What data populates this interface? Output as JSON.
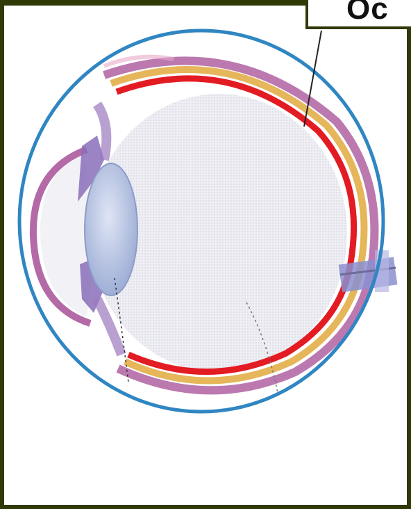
{
  "diagram": {
    "label_text": "Oc",
    "colors": {
      "frame": "#2f3a06",
      "sclera_outline": "#2f86c2",
      "choroid": "#b46aa6",
      "retina": "#e31b23",
      "pigment_layer": "#e5b65a",
      "lens": "#c5cfe8",
      "optic_nerve": "#8a8fd0",
      "vitreous": "#e4e4ec"
    },
    "parts": [
      "cornea",
      "iris",
      "lens",
      "ciliary-body",
      "vitreous-body",
      "sclera",
      "choroid",
      "retina",
      "optic-nerve"
    ]
  }
}
